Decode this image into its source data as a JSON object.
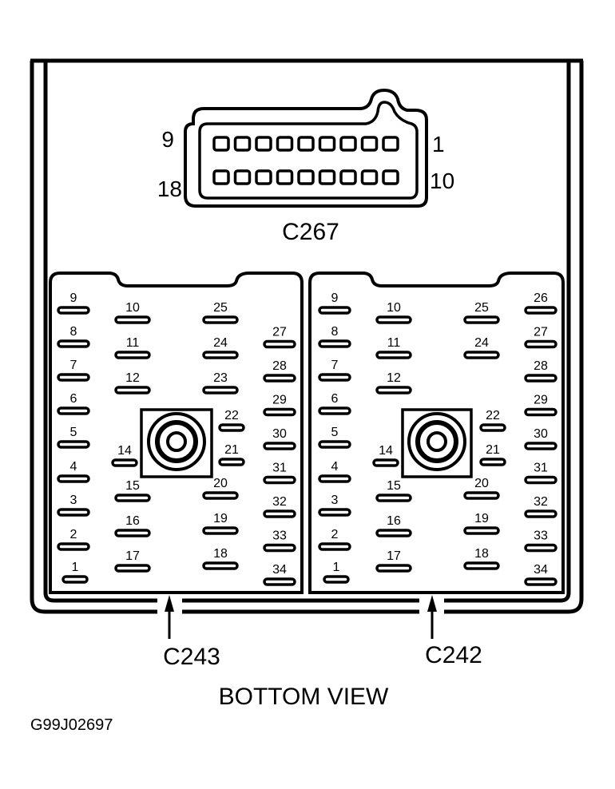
{
  "diagram": {
    "view_label": "BOTTOM VIEW",
    "figure_id": "G99J02697",
    "colors": {
      "ink": "#000000",
      "paper": "#ffffff"
    }
  },
  "c267": {
    "name": "C267",
    "top_row_left_label": "9",
    "top_row_right_label": "1",
    "bottom_row_left_label": "18",
    "bottom_row_right_label": "10",
    "pins_per_row": 9,
    "rows": 2
  },
  "c243": {
    "name": "C243",
    "pins": [
      {
        "n": "9",
        "col": 0,
        "row": 0
      },
      {
        "n": "8",
        "col": 0,
        "row": 1
      },
      {
        "n": "7",
        "col": 0,
        "row": 2
      },
      {
        "n": "6",
        "col": 0,
        "row": 3
      },
      {
        "n": "5",
        "col": 0,
        "row": 4
      },
      {
        "n": "4",
        "col": 0,
        "row": 5
      },
      {
        "n": "3",
        "col": 0,
        "row": 6
      },
      {
        "n": "2",
        "col": 0,
        "row": 7
      },
      {
        "n": "1",
        "col": 0,
        "row": 8
      },
      {
        "n": "10",
        "col": 1,
        "row": 0
      },
      {
        "n": "11",
        "col": 1,
        "row": 1
      },
      {
        "n": "12",
        "col": 1,
        "row": 2
      },
      {
        "n": "14",
        "col": 1,
        "row": 4
      },
      {
        "n": "15",
        "col": 1,
        "row": 5
      },
      {
        "n": "16",
        "col": 1,
        "row": 6
      },
      {
        "n": "17",
        "col": 1,
        "row": 7
      },
      {
        "n": "25",
        "col": 2,
        "row": 0
      },
      {
        "n": "24",
        "col": 2,
        "row": 1
      },
      {
        "n": "23",
        "col": 2,
        "row": 2
      },
      {
        "n": "22",
        "col": 2,
        "row": 3
      },
      {
        "n": "21",
        "col": 2,
        "row": 4
      },
      {
        "n": "20",
        "col": 2,
        "row": 5
      },
      {
        "n": "19",
        "col": 2,
        "row": 6
      },
      {
        "n": "18",
        "col": 2,
        "row": 7
      },
      {
        "n": "27",
        "col": 3,
        "row": 1
      },
      {
        "n": "28",
        "col": 3,
        "row": 2
      },
      {
        "n": "29",
        "col": 3,
        "row": 3
      },
      {
        "n": "30",
        "col": 3,
        "row": 4
      },
      {
        "n": "31",
        "col": 3,
        "row": 5
      },
      {
        "n": "32",
        "col": 3,
        "row": 6
      },
      {
        "n": "33",
        "col": 3,
        "row": 7
      },
      {
        "n": "34",
        "col": 3,
        "row": 8
      }
    ]
  },
  "c242": {
    "name": "C242",
    "pins": [
      {
        "n": "9",
        "col": 0,
        "row": 0
      },
      {
        "n": "8",
        "col": 0,
        "row": 1
      },
      {
        "n": "7",
        "col": 0,
        "row": 2
      },
      {
        "n": "6",
        "col": 0,
        "row": 3
      },
      {
        "n": "5",
        "col": 0,
        "row": 4
      },
      {
        "n": "4",
        "col": 0,
        "row": 5
      },
      {
        "n": "3",
        "col": 0,
        "row": 6
      },
      {
        "n": "2",
        "col": 0,
        "row": 7
      },
      {
        "n": "1",
        "col": 0,
        "row": 8
      },
      {
        "n": "10",
        "col": 1,
        "row": 0
      },
      {
        "n": "11",
        "col": 1,
        "row": 1
      },
      {
        "n": "12",
        "col": 1,
        "row": 2
      },
      {
        "n": "14",
        "col": 1,
        "row": 4
      },
      {
        "n": "15",
        "col": 1,
        "row": 5
      },
      {
        "n": "16",
        "col": 1,
        "row": 6
      },
      {
        "n": "17",
        "col": 1,
        "row": 7
      },
      {
        "n": "25",
        "col": 2,
        "row": 0
      },
      {
        "n": "24",
        "col": 2,
        "row": 1
      },
      {
        "n": "22",
        "col": 2,
        "row": 3
      },
      {
        "n": "21",
        "col": 2,
        "row": 4
      },
      {
        "n": "20",
        "col": 2,
        "row": 5
      },
      {
        "n": "19",
        "col": 2,
        "row": 6
      },
      {
        "n": "18",
        "col": 2,
        "row": 7
      },
      {
        "n": "26",
        "col": 3,
        "row": 0
      },
      {
        "n": "27",
        "col": 3,
        "row": 1
      },
      {
        "n": "28",
        "col": 3,
        "row": 2
      },
      {
        "n": "29",
        "col": 3,
        "row": 3
      },
      {
        "n": "30",
        "col": 3,
        "row": 4
      },
      {
        "n": "31",
        "col": 3,
        "row": 5
      },
      {
        "n": "32",
        "col": 3,
        "row": 6
      },
      {
        "n": "33",
        "col": 3,
        "row": 7
      },
      {
        "n": "34",
        "col": 3,
        "row": 8
      }
    ]
  }
}
